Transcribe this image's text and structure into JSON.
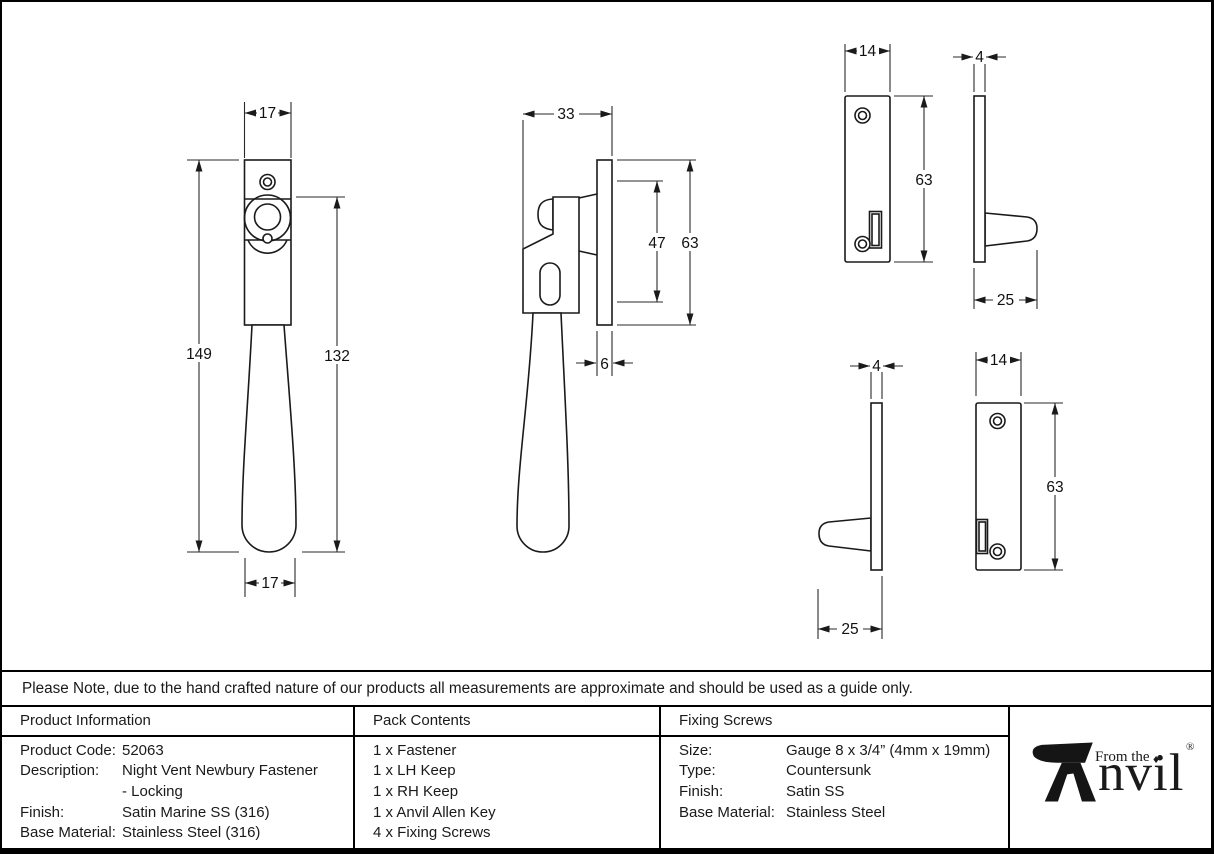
{
  "drawings": {
    "fastener_front": {
      "dim_width_top": "17",
      "dim_height_total": "149",
      "dim_height_handle": "132",
      "dim_width_bottom": "17"
    },
    "fastener_side": {
      "dim_width": "33",
      "dim_keep_slot_height": "47",
      "dim_keep_height": "63",
      "dim_plate_thickness": "6"
    },
    "keep_front_lh": {
      "dim_width": "14",
      "dim_height": "63"
    },
    "keep_side_lh": {
      "dim_thickness": "4",
      "dim_projection": "25"
    },
    "keep_side_rh": {
      "dim_thickness": "4",
      "dim_projection": "25"
    },
    "keep_front_rh": {
      "dim_width": "14",
      "dim_height": "63"
    }
  },
  "note": "Please Note, due to the hand crafted nature of our products all measurements are approximate and should be used as a guide only.",
  "table": {
    "product_information": {
      "header": "Product Information",
      "rows": [
        {
          "label": "Product Code:",
          "value": "52063"
        },
        {
          "label": "Description:",
          "value": "Night Vent Newbury Fastener"
        },
        {
          "label": "",
          "value": "- Locking"
        },
        {
          "label": "Finish:",
          "value": "Satin Marine SS (316)"
        },
        {
          "label": "Base Material:",
          "value": "Stainless Steel (316)"
        }
      ]
    },
    "pack_contents": {
      "header": "Pack Contents",
      "items": [
        "1 x Fastener",
        "1 x LH Keep",
        "1 x RH Keep",
        "1 x Anvil Allen Key",
        "4 x Fixing Screws"
      ]
    },
    "fixing_screws": {
      "header": "Fixing Screws",
      "rows": [
        {
          "label": "Size:",
          "value": "Gauge 8 x 3/4” (4mm x 19mm)"
        },
        {
          "label": "Type:",
          "value": "Countersunk"
        },
        {
          "label": "Finish:",
          "value": "Satin SS"
        },
        {
          "label": "Base Material:",
          "value": "Stainless Steel"
        }
      ]
    }
  },
  "logo": {
    "tagline": "From the",
    "diamond": "♦",
    "brand": "Anvil",
    "brand_rest": "nvil",
    "registered": "®"
  }
}
